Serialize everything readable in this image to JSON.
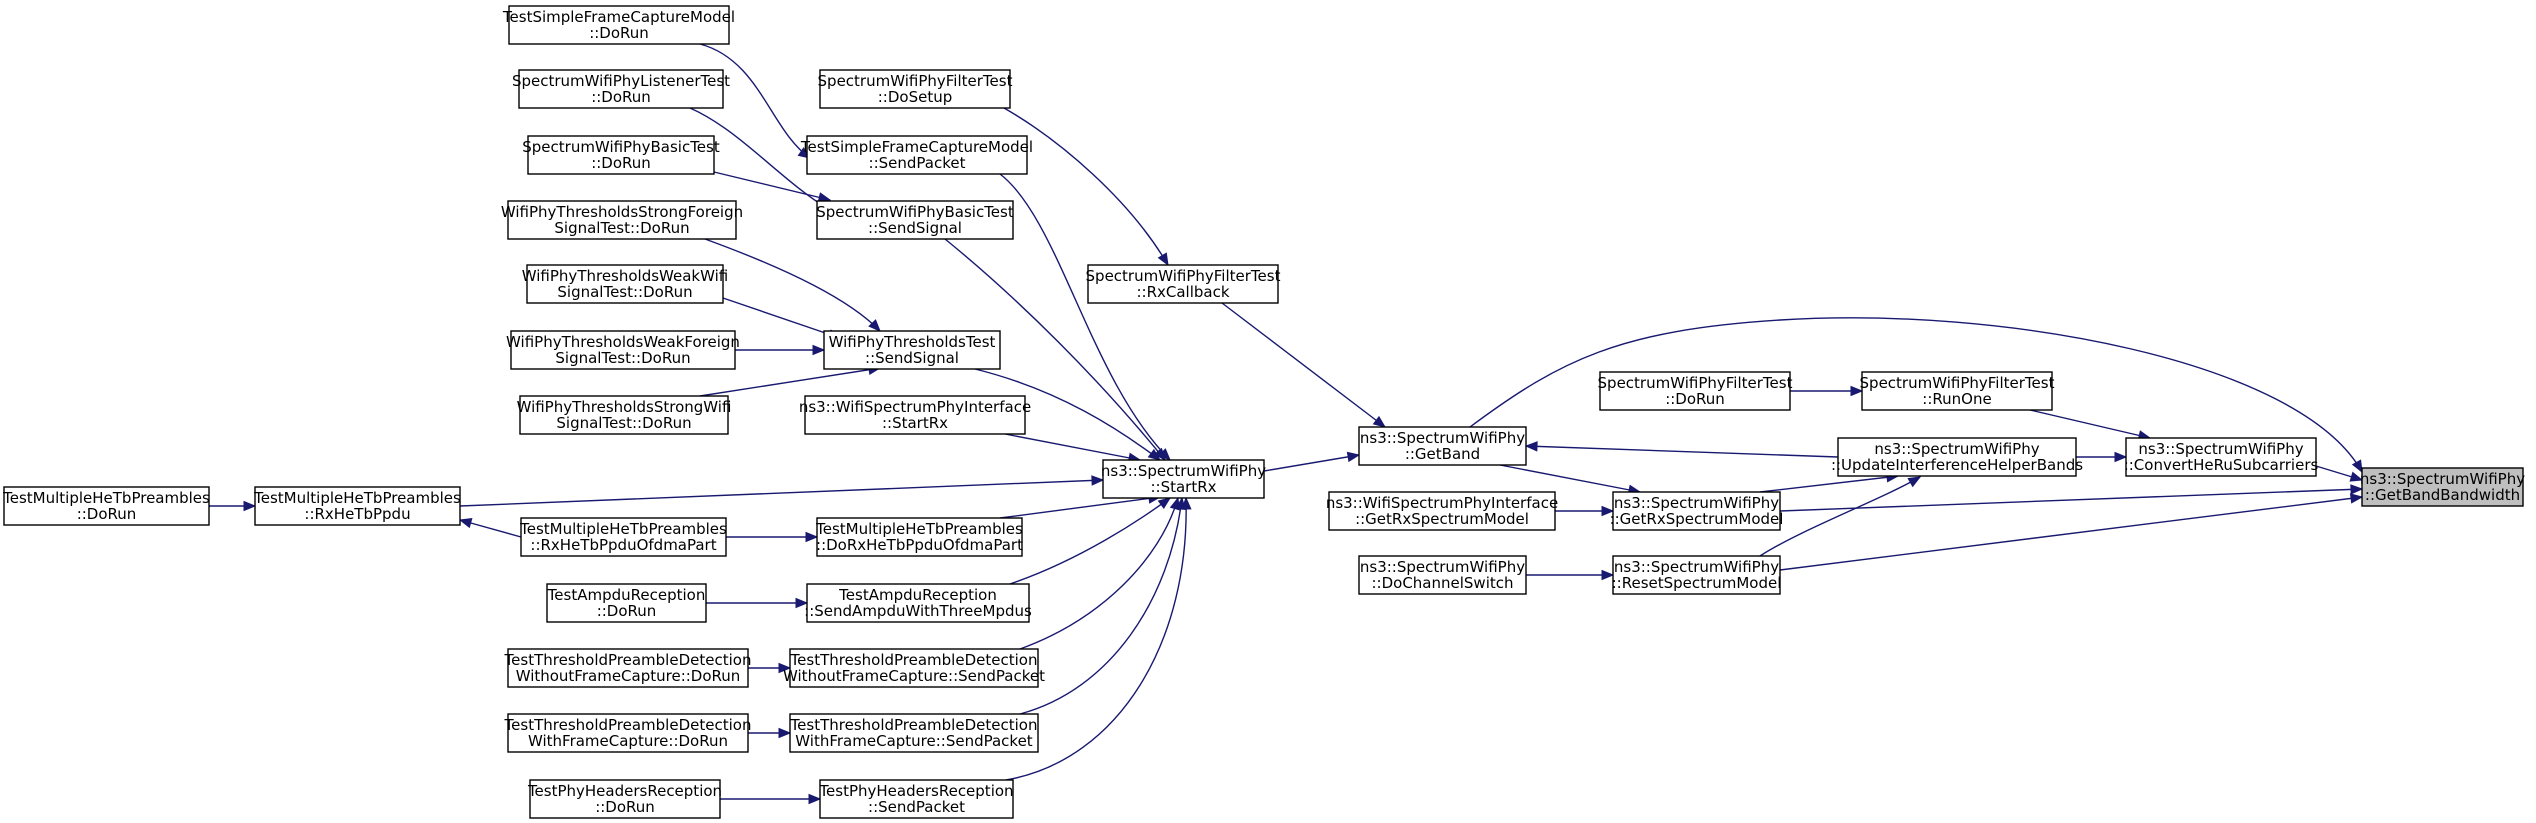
{
  "nodes": {
    "GetBandBandwidth": [
      "ns3::SpectrumWifiPhy",
      "::GetBandBandwidth"
    ],
    "ConvertHeRuSubcarriers": [
      "ns3::SpectrumWifiPhy",
      "::ConvertHeRuSubcarriers"
    ],
    "RunOne": [
      "SpectrumWifiPhyFilterTest",
      "::RunOne"
    ],
    "FilterDoRun": [
      "SpectrumWifiPhyFilterTest",
      "::DoRun"
    ],
    "UpdateInterference": [
      "ns3::SpectrumWifiPhy",
      "::UpdateInterferenceHelperBands"
    ],
    "GetRxSpectrumModel": [
      "ns3::SpectrumWifiPhy",
      "::GetRxSpectrumModel"
    ],
    "ResetSpectrumModel": [
      "ns3::SpectrumWifiPhy",
      "::ResetSpectrumModel"
    ],
    "IfGetRxSpectrumModel": [
      "ns3::WifiSpectrumPhyInterface",
      "::GetRxSpectrumModel"
    ],
    "DoChannelSwitch": [
      "ns3::SpectrumWifiPhy",
      "::DoChannelSwitch"
    ],
    "GetBand": [
      "ns3::SpectrumWifiPhy",
      "::GetBand"
    ],
    "StartRx": [
      "ns3::SpectrumWifiPhy",
      "::StartRx"
    ],
    "RxCallback": [
      "SpectrumWifiPhyFilterTest",
      "::RxCallback"
    ],
    "FilterDoSetup": [
      "SpectrumWifiPhyFilterTest",
      "::DoSetup"
    ],
    "SFCSendPacket": [
      "TestSimpleFrameCaptureModel",
      "::SendPacket"
    ],
    "SFCDoRun": [
      "TestSimpleFrameCaptureModel",
      "::DoRun"
    ],
    "BasicSendSignal": [
      "SpectrumWifiPhyBasicTest",
      "::SendSignal"
    ],
    "ListenerDoRun": [
      "SpectrumWifiPhyListenerTest",
      "::DoRun"
    ],
    "BasicDoRun": [
      "SpectrumWifiPhyBasicTest",
      "::DoRun"
    ],
    "ThrSendSignal": [
      "WifiPhyThresholdsTest",
      "::SendSignal"
    ],
    "StrongForeign": [
      "WifiPhyThresholdsStrongForeign",
      "SignalTest::DoRun"
    ],
    "WeakWifi": [
      "WifiPhyThresholdsWeakWifi",
      "SignalTest::DoRun"
    ],
    "WeakForeign": [
      "WifiPhyThresholdsWeakForeign",
      "SignalTest::DoRun"
    ],
    "StrongWifi": [
      "WifiPhyThresholdsStrongWifi",
      "SignalTest::DoRun"
    ],
    "IfStartRx": [
      "ns3::WifiSpectrumPhyInterface",
      "::StartRx"
    ],
    "RxHeTbPpdu": [
      "TestMultipleHeTbPreambles",
      "::RxHeTbPpdu"
    ],
    "MHTDoRun": [
      "TestMultipleHeTbPreambles",
      "::DoRun"
    ],
    "RxOfdma": [
      "TestMultipleHeTbPreambles",
      "::RxHeTbPpduOfdmaPart"
    ],
    "DoRxOfdma": [
      "TestMultipleHeTbPreambles",
      "::DoRxHeTbPpduOfdmaPart"
    ],
    "SendAmpdu": [
      "TestAmpduReception",
      "::SendAmpduWithThreeMpdus"
    ],
    "AmpduDoRun": [
      "TestAmpduReception",
      "::DoRun"
    ],
    "WoFCSend": [
      "TestThresholdPreambleDetection",
      "WithoutFrameCapture::SendPacket"
    ],
    "WoFCDoRun": [
      "TestThresholdPreambleDetection",
      "WithoutFrameCapture::DoRun"
    ],
    "WFCSend": [
      "TestThresholdPreambleDetection",
      "WithFrameCapture::SendPacket"
    ],
    "WFCDoRun": [
      "TestThresholdPreambleDetection",
      "WithFrameCapture::DoRun"
    ],
    "PhyHdrSend": [
      "TestPhyHeadersReception",
      "::SendPacket"
    ],
    "PhyHdrDoRun": [
      "TestPhyHeadersReception",
      "::DoRun"
    ]
  },
  "current_node": "GetBandBandwidth",
  "edges": [
    [
      "ConvertHeRuSubcarriers",
      "GetBandBandwidth"
    ],
    [
      "GetBand",
      "GetBandBandwidth"
    ],
    [
      "GetRxSpectrumModel",
      "GetBandBandwidth"
    ],
    [
      "ResetSpectrumModel",
      "GetBandBandwidth"
    ],
    [
      "RunOne",
      "ConvertHeRuSubcarriers"
    ],
    [
      "UpdateInterference",
      "ConvertHeRuSubcarriers"
    ],
    [
      "FilterDoRun",
      "RunOne"
    ],
    [
      "UpdateInterference",
      "GetBand"
    ],
    [
      "GetRxSpectrumModel",
      "UpdateInterference"
    ],
    [
      "ResetSpectrumModel",
      "UpdateInterference"
    ],
    [
      "GetBand",
      "GetRxSpectrumModel"
    ],
    [
      "IfGetRxSpectrumModel",
      "GetRxSpectrumModel"
    ],
    [
      "DoChannelSwitch",
      "ResetSpectrumModel"
    ],
    [
      "StartRx",
      "GetBand"
    ],
    [
      "RxCallback",
      "GetBand"
    ],
    [
      "FilterDoSetup",
      "RxCallback"
    ],
    [
      "SFCSendPacket",
      "StartRx"
    ],
    [
      "BasicSendSignal",
      "StartRx"
    ],
    [
      "ThrSendSignal",
      "StartRx"
    ],
    [
      "IfStartRx",
      "StartRx"
    ],
    [
      "RxHeTbPpdu",
      "StartRx"
    ],
    [
      "DoRxOfdma",
      "StartRx"
    ],
    [
      "SendAmpdu",
      "StartRx"
    ],
    [
      "WoFCSend",
      "StartRx"
    ],
    [
      "WFCSend",
      "StartRx"
    ],
    [
      "PhyHdrSend",
      "StartRx"
    ],
    [
      "SFCDoRun",
      "SFCSendPacket"
    ],
    [
      "ListenerDoRun",
      "BasicSendSignal"
    ],
    [
      "BasicDoRun",
      "BasicSendSignal"
    ],
    [
      "StrongForeign",
      "ThrSendSignal"
    ],
    [
      "WeakWifi",
      "ThrSendSignal"
    ],
    [
      "WeakForeign",
      "ThrSendSignal"
    ],
    [
      "StrongWifi",
      "ThrSendSignal"
    ],
    [
      "MHTDoRun",
      "RxHeTbPpdu"
    ],
    [
      "RxHeTbPpdu",
      "RxOfdma"
    ],
    [
      "RxOfdma",
      "DoRxOfdma"
    ],
    [
      "AmpduDoRun",
      "SendAmpdu"
    ],
    [
      "WoFCDoRun",
      "WoFCSend"
    ],
    [
      "WFCDoRun",
      "WFCSend"
    ],
    [
      "PhyHdrDoRun",
      "PhyHdrSend"
    ]
  ]
}
